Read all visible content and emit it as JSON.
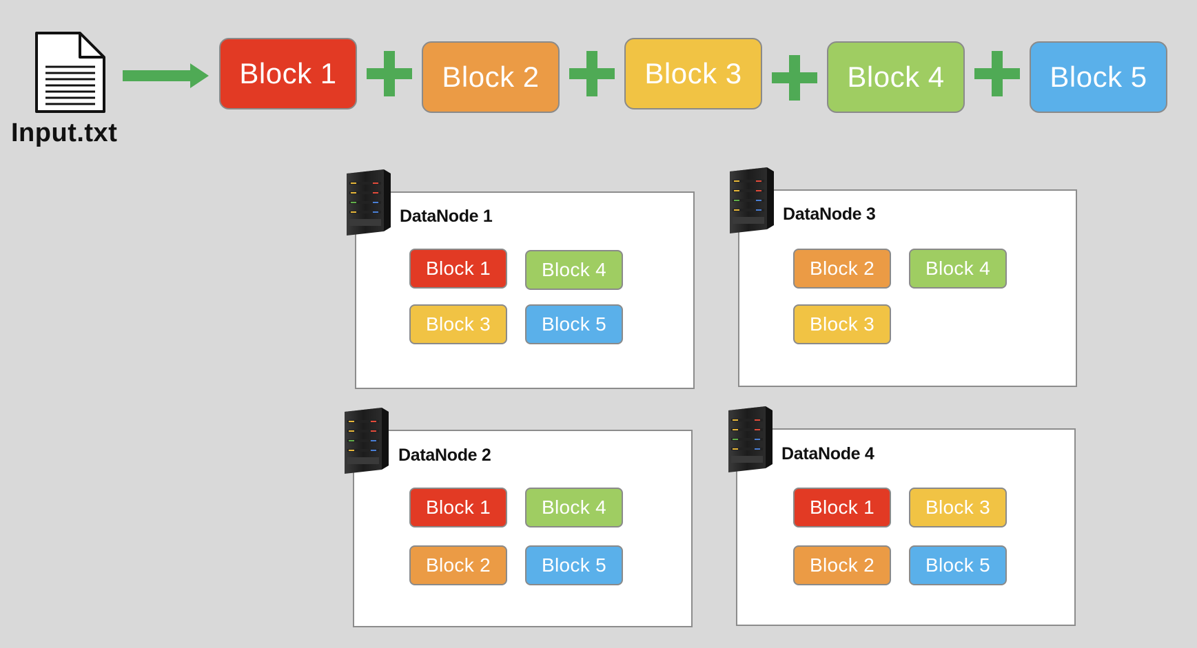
{
  "input_file": {
    "label": "Input.txt",
    "icon": "document-icon"
  },
  "split_blocks": [
    {
      "label": "Block 1",
      "color": "#e23a24"
    },
    {
      "label": "Block 2",
      "color": "#eb9b45"
    },
    {
      "label": "Block 3",
      "color": "#f1c344"
    },
    {
      "label": "Block 4",
      "color": "#9fcd62"
    },
    {
      "label": "Block 5",
      "color": "#5ab0ea"
    }
  ],
  "connector_color": "#4faa55",
  "datanodes": [
    {
      "title": "DataNode 1",
      "blocks": [
        "Block 1",
        "Block 4",
        "Block 3",
        "Block 5"
      ]
    },
    {
      "title": "DataNode 3",
      "blocks": [
        "Block 2",
        "Block 4",
        "Block 3"
      ]
    },
    {
      "title": "DataNode 2",
      "blocks": [
        "Block 1",
        "Block 4",
        "Block 2",
        "Block 5"
      ]
    },
    {
      "title": "DataNode 4",
      "blocks": [
        "Block 1",
        "Block 3",
        "Block 2",
        "Block 5"
      ]
    }
  ]
}
